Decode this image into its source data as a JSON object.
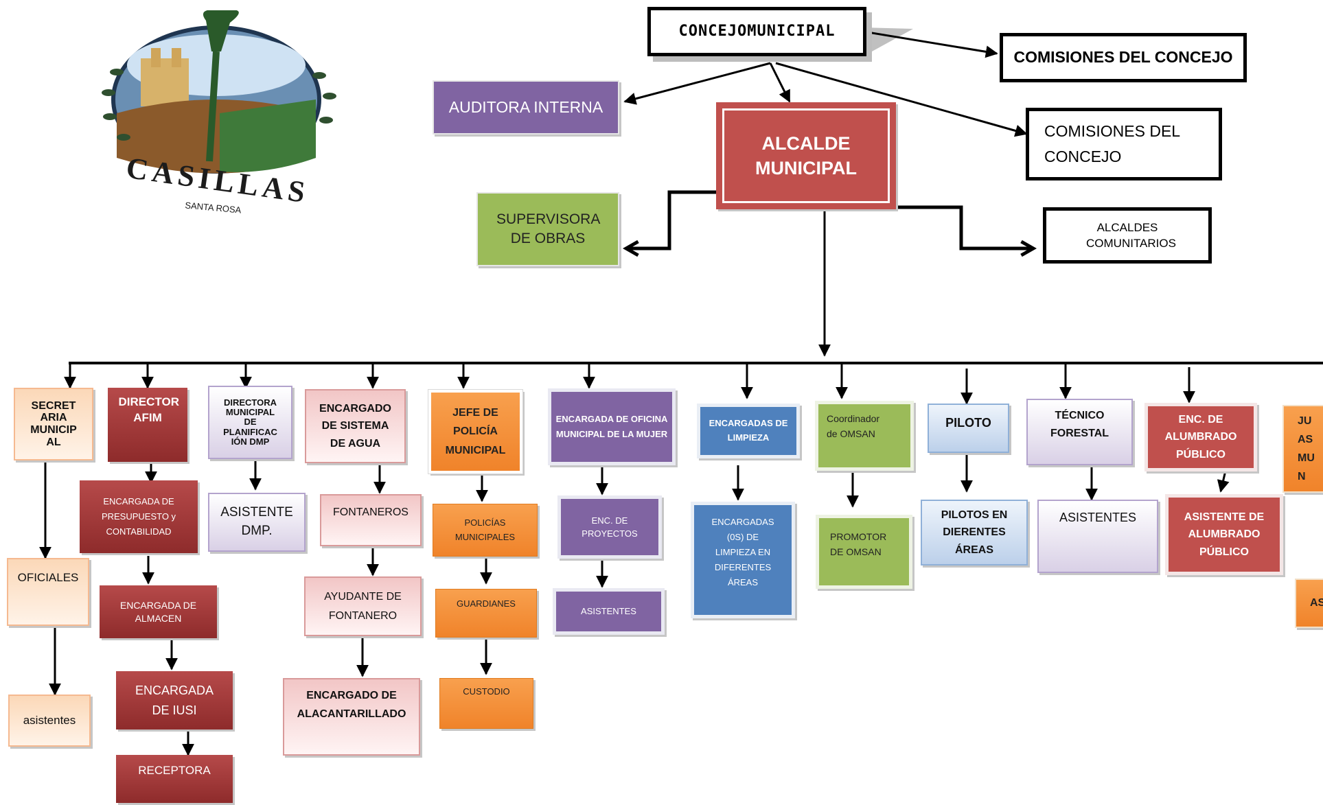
{
  "logo": {
    "text": "CASILLAS",
    "subtext": "SANTA ROSA"
  },
  "top": {
    "concejo": "CONCEJOMUNICIPAL",
    "comisiones_1": "COMISIONES DEL CONCEJO",
    "comisiones_2": "COMISIONES DEL CONCEJO",
    "auditora": "AUDITORA INTERNA",
    "alcalde": "ALCALDE MUNICIPAL",
    "supervisora": "SUPERVISORA DE OBRAS",
    "alcaldes_comunitarios": "ALCALDES COMUNITARIOS"
  },
  "departments": {
    "secretaria": "SECRET ARIA MUNICIP AL",
    "oficiales": "OFICIALES",
    "asistentes_sec": "asistentes",
    "afim": "DIRECTOR AFIM",
    "presupuesto": "ENCARGADA DE PRESUPUESTO y CONTABILIDAD",
    "almacen": "ENCARGADA DE ALMACEN",
    "iusi": "ENCARGADA DE IUSI",
    "receptora": "RECEPTORA",
    "dmp": "DIRECTORA MUNICIPAL DE PLANIFICAC IÓN DMP",
    "asistente_dmp": "ASISTENTE DMP.",
    "agua": "ENCARGADO DE SISTEMA DE AGUA",
    "fontaneros": "FONTANEROS",
    "ayudante": "AYUDANTE DE FONTANERO",
    "alcantarillado": "ENCARGADO DE ALACANTARILLADO",
    "policia": "JEFE DE POLICÍA MUNICIPAL",
    "policias": "POLICÍAS MUNICIPALES",
    "guardianes": "GUARDIANES",
    "custodio": "CUSTODIO",
    "mujer": "ENCARGADA DE OFICINA MUNICIPAL DE LA MUJER",
    "proyectos": "ENC. DE PROYECTOS",
    "asistentes_mujer": "ASISTENTES",
    "limpieza": "ENCARGADAS DE LIMPIEZA",
    "limpieza_areas": "ENCARGADAS (0S) DE LIMPIEZA EN DIFERENTES ÁREAS",
    "omsan": "Coordinador de OMSAN",
    "promotor": "PROMOTOR DE OMSAN",
    "piloto": "PILOTO",
    "pilotos": "PILOTOS EN DIERENTES ÁREAS",
    "forestal": "TÉCNICO FORESTAL",
    "asistentes_forestal": "ASISTENTES",
    "alumbrado": "ENC. DE ALUMBRADO PÚBLICO",
    "asistente_alumbrado": "ASISTENTE DE ALUMBRADO PÚBLICO",
    "juzgado_partial": "JU AS MUN",
    "asis_partial": "AS"
  },
  "colors": {
    "purple": "#8064a2",
    "red": "#c0504d",
    "dark_red": "#9b3333",
    "green": "#9bbb59",
    "blue": "#4f81bd",
    "orange": "#f79646"
  }
}
